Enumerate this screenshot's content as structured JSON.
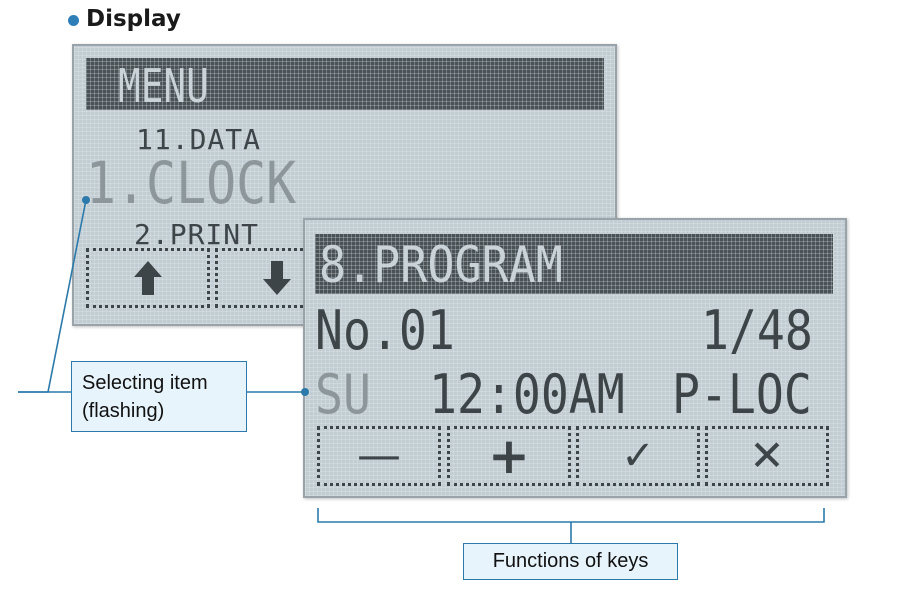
{
  "heading": "Display",
  "back_screen": {
    "title": "MENU",
    "item_above": "11.DATA",
    "item_selected": "1.CLOCK",
    "item_below": "2.PRINT",
    "keys": [
      "up-arrow-icon",
      "down-arrow-icon"
    ]
  },
  "front_screen": {
    "title": "8.PROGRAM",
    "number": "No.01",
    "page": "1/48",
    "day": "SU",
    "time": "12:00AM",
    "mode": "P-LOC",
    "keys": [
      "minus-icon",
      "plus-icon",
      "checkmark-icon",
      "x-icon"
    ],
    "key_glyphs": [
      "—",
      "+",
      "✓",
      "✕"
    ]
  },
  "callouts": {
    "selecting_line1": "Selecting item",
    "selecting_line2": "(flashing)",
    "functions": "Functions of keys"
  },
  "colors": {
    "lcd_background": "#c2cdd3",
    "lcd_segment": "#3d4548",
    "callout_fill": "#e8f4fb",
    "callout_border": "#2b7aab",
    "bullet": "#2e7fb8"
  }
}
